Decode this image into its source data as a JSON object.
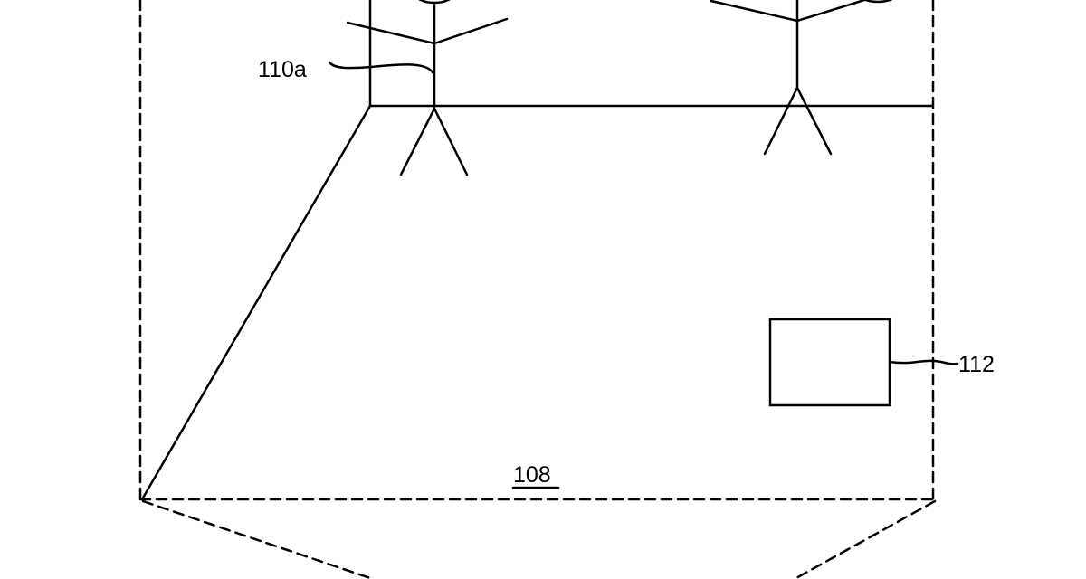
{
  "labels": {
    "person": "110a",
    "device": "112",
    "floor": "108"
  },
  "colors": {
    "line": "#000000",
    "background": "#ffffff"
  }
}
